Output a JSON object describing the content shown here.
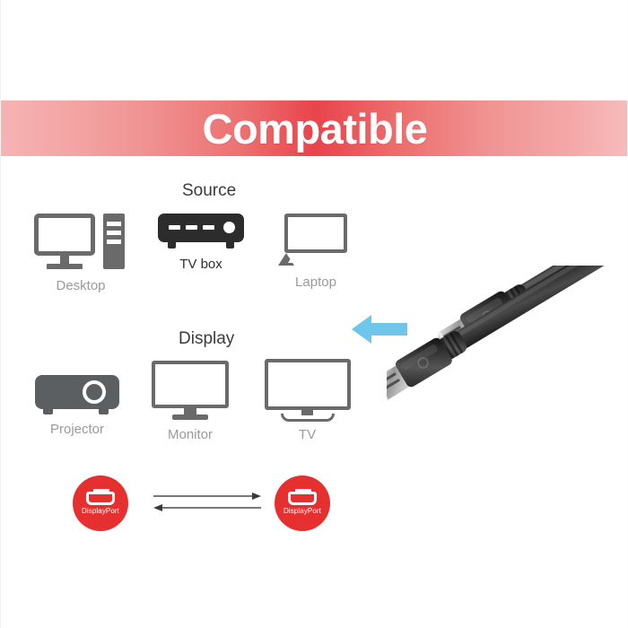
{
  "banner": {
    "title": "Compatible",
    "color_center": "#e8444c",
    "color_edge": "#f6b4b4",
    "text_color": "#ffffff"
  },
  "sections": [
    {
      "heading": "Source",
      "items": [
        {
          "label": "Desktop",
          "icon": "desktop-computer-icon",
          "label_style": "light"
        },
        {
          "label": "TV box",
          "icon": "tv-box-icon",
          "label_style": "dark"
        },
        {
          "label": "Laptop",
          "icon": "laptop-icon",
          "label_style": "light"
        }
      ]
    },
    {
      "heading": "Display",
      "items": [
        {
          "label": "Projector",
          "icon": "projector-icon",
          "label_style": "light"
        },
        {
          "label": "Monitor",
          "icon": "monitor-icon",
          "label_style": "light"
        },
        {
          "label": "TV",
          "icon": "television-icon",
          "label_style": "light"
        }
      ]
    }
  ],
  "direction_arrow": {
    "icon": "left-arrow-icon",
    "color": "#6ec6ea"
  },
  "connection": {
    "left_badge": {
      "label": "DisplayPort",
      "icon": "displayport-logo-icon",
      "color": "#e5302f"
    },
    "right_badge": {
      "label": "DisplayPort",
      "icon": "displayport-logo-icon",
      "color": "#e5302f"
    },
    "arrows_icon": "bidirectional-arrows-icon",
    "arrow_color": "#4c4c4c"
  },
  "product": {
    "icon": "displayport-cable-photo",
    "description": "DisplayPort cable with two male connectors"
  }
}
